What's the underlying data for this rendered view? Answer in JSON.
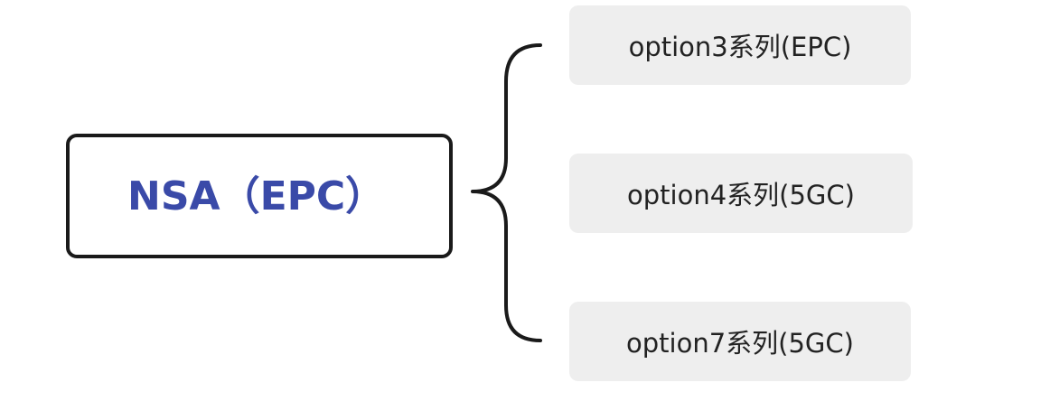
{
  "root": {
    "label": "NSA（EPC）",
    "color": "#3a4aa8"
  },
  "children": [
    {
      "label": "option3系列(EPC)"
    },
    {
      "label": "option4系列(5GC)"
    },
    {
      "label": "option7系列(5GC)"
    }
  ],
  "colors": {
    "root_border": "#1a1a1a",
    "child_fill": "#eeeeee",
    "connector": "#1a1a1a"
  }
}
